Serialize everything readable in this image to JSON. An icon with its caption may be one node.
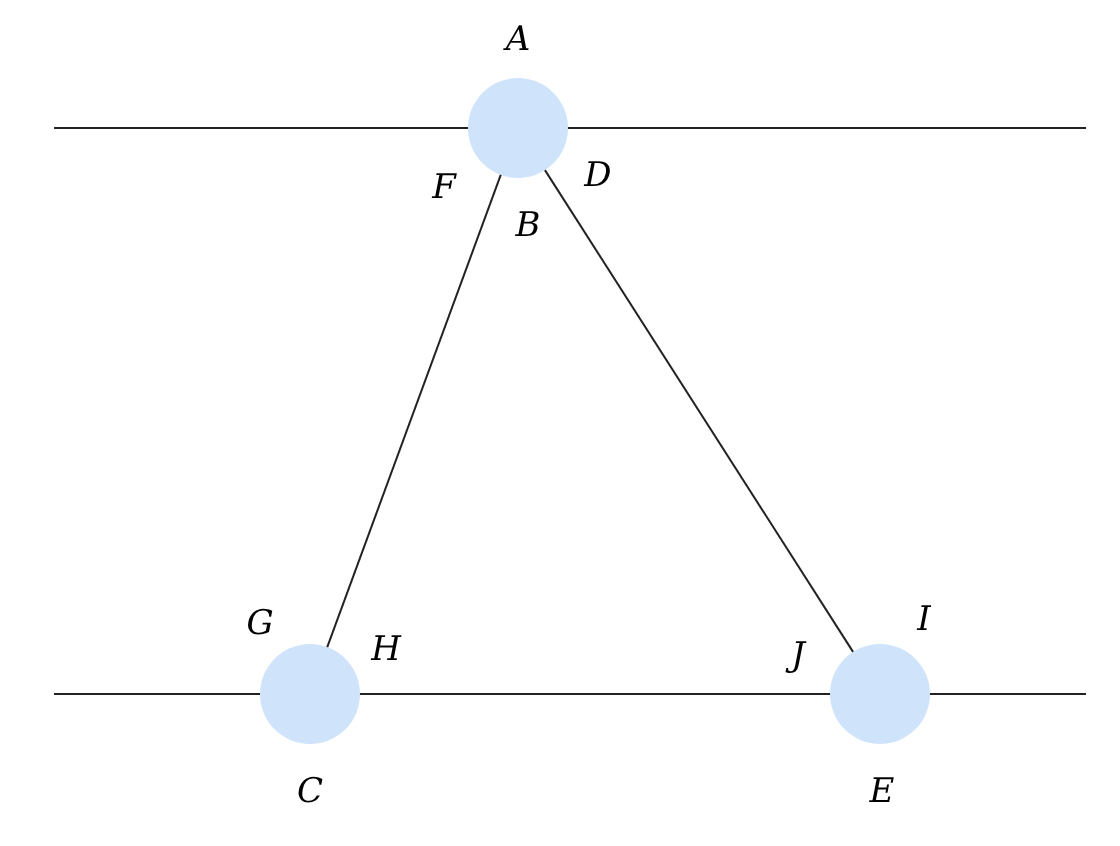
{
  "diagram": {
    "nodes": [
      {
        "text": [],
        "shape": "circle",
        "beside": [
          "A",
          "F",
          "B",
          "D"
        ]
      },
      {
        "text": [],
        "shape": "circle",
        "beside": [
          "G",
          "H",
          "C"
        ]
      },
      {
        "text": [],
        "shape": "circle",
        "beside": [
          "I",
          "J",
          "E"
        ]
      }
    ],
    "edges": [
      {
        "from": 0,
        "to": 1,
        "arrow": "none"
      },
      {
        "from": 0,
        "to": 2,
        "arrow": "none"
      }
    ]
  }
}
